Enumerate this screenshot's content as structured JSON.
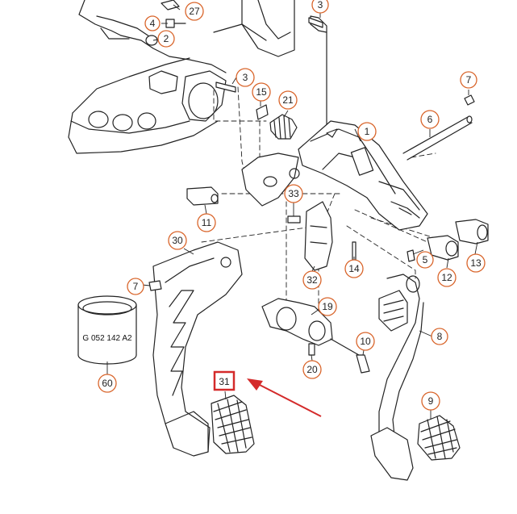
{
  "diagram": {
    "callouts": [
      {
        "id": "c27",
        "label": "27"
      },
      {
        "id": "c3a",
        "label": "3"
      },
      {
        "id": "c4",
        "label": "4"
      },
      {
        "id": "c2",
        "label": "2"
      },
      {
        "id": "c3b",
        "label": "3"
      },
      {
        "id": "c15",
        "label": "15"
      },
      {
        "id": "c21",
        "label": "21"
      },
      {
        "id": "c7a",
        "label": "7"
      },
      {
        "id": "c1",
        "label": "1"
      },
      {
        "id": "c6",
        "label": "6"
      },
      {
        "id": "c33",
        "label": "33"
      },
      {
        "id": "c11",
        "label": "11"
      },
      {
        "id": "c30",
        "label": "30"
      },
      {
        "id": "c5",
        "label": "5"
      },
      {
        "id": "c13",
        "label": "13"
      },
      {
        "id": "c14",
        "label": "14"
      },
      {
        "id": "c32",
        "label": "32"
      },
      {
        "id": "c12",
        "label": "12"
      },
      {
        "id": "c7b",
        "label": "7"
      },
      {
        "id": "c19",
        "label": "19"
      },
      {
        "id": "c8",
        "label": "8"
      },
      {
        "id": "c10",
        "label": "10"
      },
      {
        "id": "c20",
        "label": "20"
      },
      {
        "id": "c60",
        "label": "60"
      },
      {
        "id": "c9",
        "label": "9"
      }
    ],
    "highlighted": {
      "label": "31",
      "color": "#d42a2a"
    },
    "part_marking": "G 052 142 A2",
    "colors": {
      "callout": "#d9652b",
      "line": "#222222",
      "arrow": "#d42a2a"
    }
  }
}
